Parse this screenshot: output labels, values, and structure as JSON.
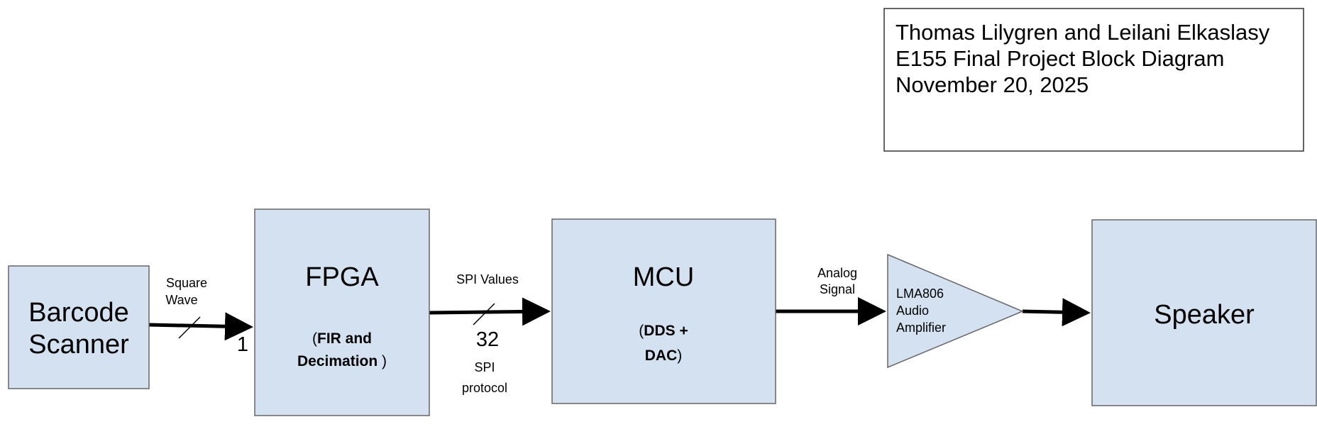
{
  "title_box": {
    "lines": [
      "Thomas Lilygren and Leilani Elkaslasy",
      "E155 Final Project Block Diagram",
      "November  20, 2025"
    ]
  },
  "blocks": {
    "barcode": {
      "lines": [
        "Barcode",
        "Scanner"
      ]
    },
    "fpga": {
      "title": "FPGA",
      "sub_open": "(",
      "sub_bold1": "FIR and",
      "sub_bold2": "Decimation",
      "sub_close": " )"
    },
    "mcu": {
      "title": "MCU",
      "sub_open": "(",
      "sub_bold1": "DDS +",
      "sub_bold2": "DAC",
      "sub_close": ")"
    },
    "amplifier": {
      "lines": [
        "LMA806",
        "Audio",
        "Amplifier"
      ]
    },
    "speaker": {
      "title": "Speaker"
    }
  },
  "connections": {
    "scanner_fpga": {
      "label": [
        "Square",
        "Wave"
      ],
      "width": "1"
    },
    "fpga_mcu": {
      "label": "SPI Values",
      "width": "32",
      "protocol": [
        "SPI",
        "protocol"
      ]
    },
    "mcu_amp": {
      "label": [
        "Analog",
        "Signal"
      ]
    }
  },
  "colors": {
    "block_fill": "#d3e1f1",
    "block_stroke": "#666666"
  }
}
